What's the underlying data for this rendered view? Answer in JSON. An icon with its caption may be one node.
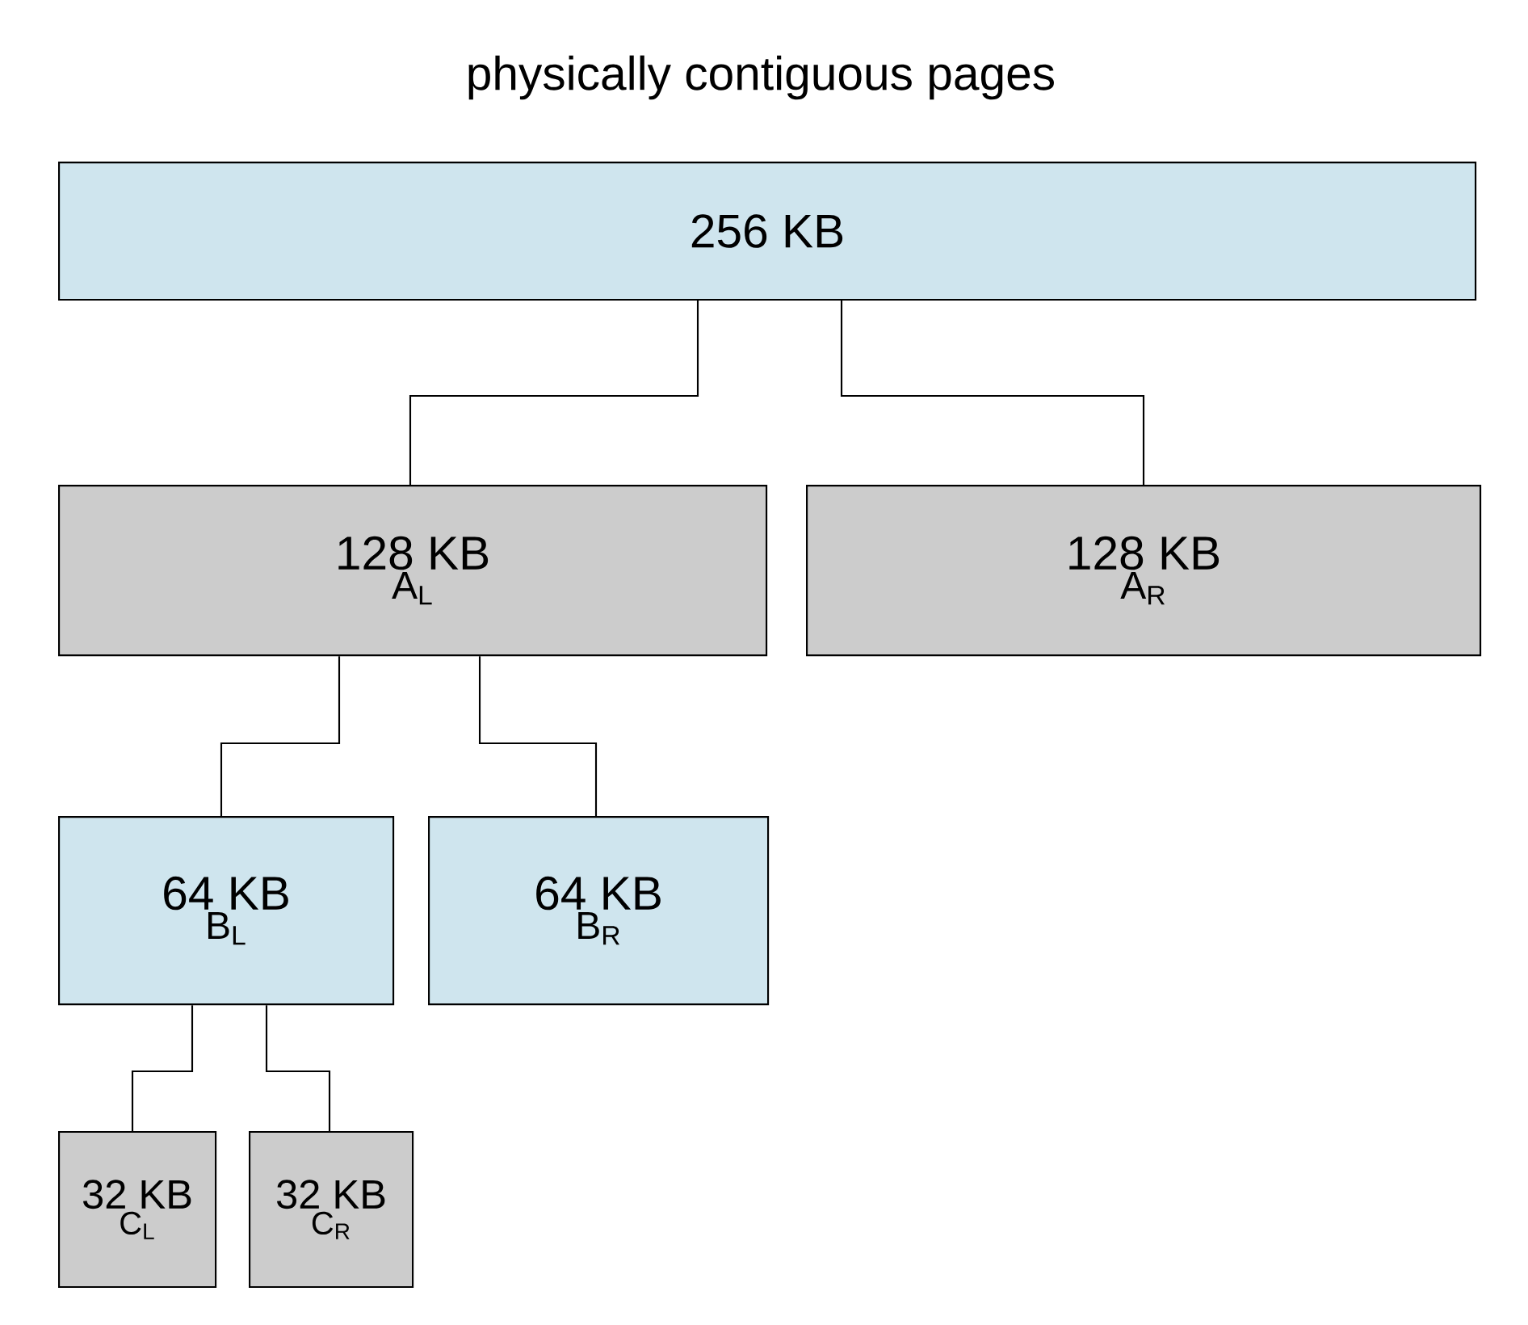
{
  "diagram": {
    "title": "physically contiguous pages",
    "nodes": [
      {
        "text": [
          "256 KB"
        ]
      },
      {
        "text": [
          "128 KB",
          "A$_{L}$"
        ]
      },
      {
        "text": [
          "128 KB",
          "A$_{R}$"
        ]
      },
      {
        "text": [
          "64 KB",
          "B$_{L}$"
        ]
      },
      {
        "text": [
          "64 KB",
          "B$_{R}$"
        ]
      },
      {
        "text": [
          "32 KB",
          "C$_{L}$"
        ]
      },
      {
        "text": [
          "32 KB",
          "C$_{R}$"
        ]
      }
    ],
    "edges": [
      {
        "from": 0,
        "to": 1,
        "arrow": "none"
      },
      {
        "from": 0,
        "to": 2,
        "arrow": "none"
      },
      {
        "from": 1,
        "to": 3,
        "arrow": "none"
      },
      {
        "from": 1,
        "to": 4,
        "arrow": "none"
      },
      {
        "from": 3,
        "to": 5,
        "arrow": "none"
      },
      {
        "from": 3,
        "to": 6,
        "arrow": "none"
      }
    ]
  }
}
